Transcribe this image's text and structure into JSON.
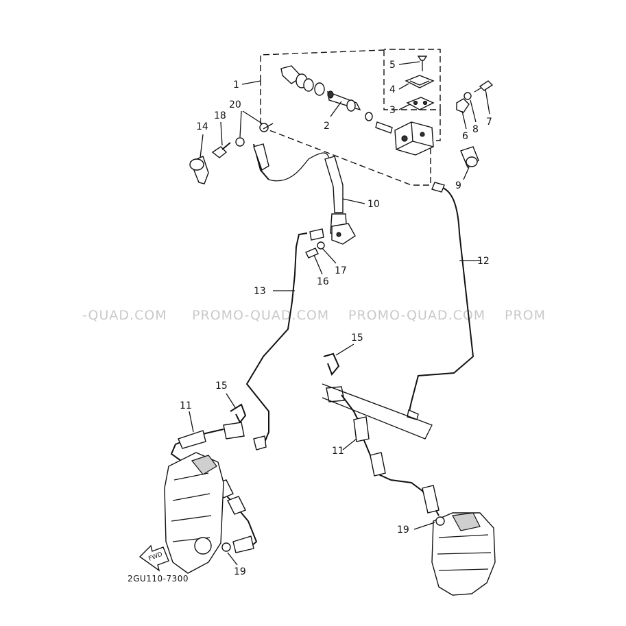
{
  "diagram": {
    "drawing_code": "2GU110-7300",
    "forward_label": "FWD",
    "watermarks": [
      "-QUAD.COM",
      "PROMO-QUAD.COM",
      "PROMO-QUAD.COM",
      "PROM"
    ],
    "labels": {
      "p1": "1",
      "p2": "2",
      "p3": "3",
      "p4": "4",
      "p5": "5",
      "p6": "6",
      "p7": "7",
      "p8": "8",
      "p9": "9",
      "p10": "10",
      "p11a": "11",
      "p11b": "11",
      "p12": "12",
      "p13": "13",
      "p14": "14",
      "p15a": "15",
      "p15b": "15",
      "p16": "16",
      "p17": "17",
      "p18": "18",
      "p19a": "19",
      "p19b": "19",
      "p20": "20"
    }
  }
}
